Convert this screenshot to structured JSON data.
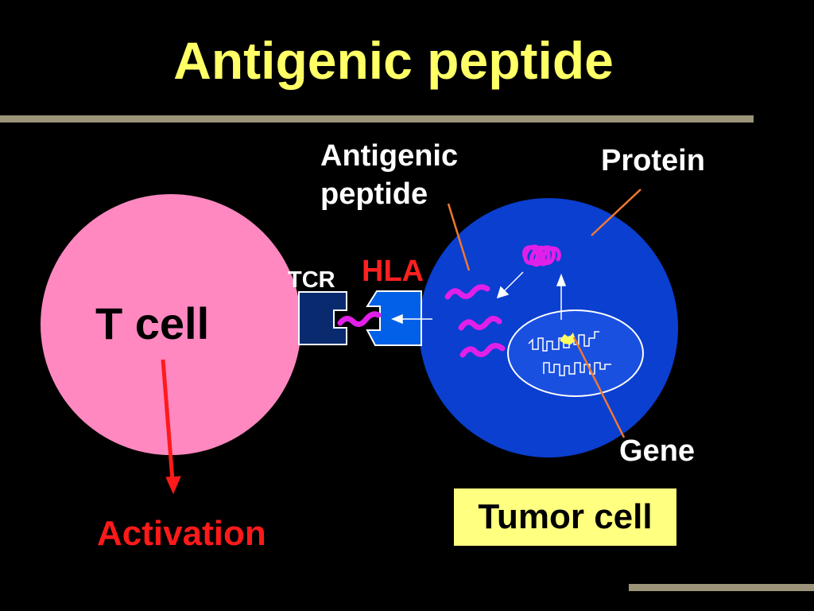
{
  "slide": {
    "title": "Antigenic peptide"
  },
  "labels": {
    "antigenic_peptide_line1": "Antigenic",
    "antigenic_peptide_line2": "peptide",
    "protein": "Protein",
    "tcr": "TCR",
    "hla": "HLA",
    "t_cell": "T cell",
    "gene": "Gene",
    "activation": "Activation",
    "tumor_cell": "Tumor cell"
  },
  "colors": {
    "background": "#000000",
    "title": "#ffff66",
    "rule": "#9b9478",
    "t_cell": "#ff88c0",
    "tumor_cell": "#0a3fd0",
    "nucleus": "#1a50e0",
    "tcr": "#0a2a70",
    "hla": "#0060e8",
    "peptide": "#e020e8",
    "pointer_line": "#f07830",
    "activation": "#ff1a1a",
    "tumor_label_bg": "#ffff80"
  }
}
